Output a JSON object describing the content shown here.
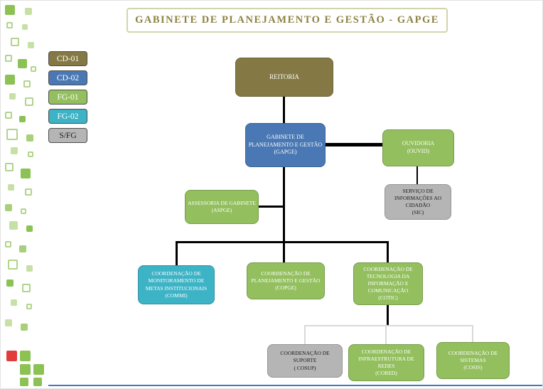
{
  "page": {
    "title": "GABINETE DE PLANEJAMENTO E GESTÃO - GAPGE"
  },
  "colors": {
    "cd01": "#847944",
    "cd02": "#4a78b4",
    "fg01": "#93bf5e",
    "fg02": "#3db3c6",
    "sfg": "#b5b5b5",
    "title_text": "#8d8143",
    "title_border": "#d2d4ac",
    "connector": "#000000",
    "connector_light": "#d9d9d9",
    "footer_rule": "#4a78b4",
    "logo_red": "#e23b3b",
    "deco_green": "#8cc153"
  },
  "legend": [
    {
      "label": "CD-01",
      "color": "#847944",
      "text_color": "#ffffff"
    },
    {
      "label": "CD-02",
      "color": "#4a78b4",
      "text_color": "#ffffff"
    },
    {
      "label": "FG-01",
      "color": "#93bf5e",
      "text_color": "#ffffff"
    },
    {
      "label": "FG-02",
      "color": "#3db3c6",
      "text_color": "#ffffff"
    },
    {
      "label": "S/FG",
      "color": "#b5b5b5",
      "text_color": "#1a1a1a"
    }
  ],
  "nodes": {
    "reitoria": {
      "name": "REITORIA",
      "acronym": "",
      "level": "CD-01",
      "color": "#847944",
      "text_color": "#ffffff"
    },
    "gapge": {
      "name": "GABINETE DE PLANEJAMENTO E GESTÃO",
      "acronym": "(GAPGE)",
      "level": "CD-02",
      "color": "#4a78b4",
      "text_color": "#ffffff"
    },
    "ouvid": {
      "name": "OUVIDORIA",
      "acronym": "(OUVID)",
      "level": "FG-01",
      "color": "#93bf5e",
      "text_color": "#ffffff"
    },
    "sic": {
      "name": "SERVIÇO DE INFORMAÇÕES AO CIDADÃO",
      "acronym": "(SIC)",
      "level": "S/FG",
      "color": "#b5b5b5",
      "text_color": "#1a1a1a"
    },
    "aspge": {
      "name": "ASSESSORIA DE GABINETE",
      "acronym": "(ASPGE)",
      "level": "FG-01",
      "color": "#93bf5e",
      "text_color": "#ffffff"
    },
    "commi": {
      "name": "COORDENAÇÃO DE MONITORAMENTO DE METAS INSTITUCIONAIS",
      "acronym": "(COMMI)",
      "level": "FG-02",
      "color": "#3db3c6",
      "text_color": "#ffffff"
    },
    "copge": {
      "name": "COORDENAÇÃO DE PLANEJAMENTO E GESTÃO",
      "acronym": "(COPGE)",
      "level": "FG-01",
      "color": "#93bf5e",
      "text_color": "#ffffff"
    },
    "cotic": {
      "name": "COORDENAÇÃO DE TECNOLOGIA DA INFORMAÇÃO E COMUNICAÇÃO",
      "acronym": "(COTIC)",
      "level": "FG-01",
      "color": "#93bf5e",
      "text_color": "#ffffff"
    },
    "cosup": {
      "name": "COORDENAÇÃO DE SUPORTE",
      "acronym": "( COSUP)",
      "level": "S/FG",
      "color": "#b5b5b5",
      "text_color": "#1a1a1a"
    },
    "cored": {
      "name": "COORDENAÇÃO DE INFRAESTRUTURA DE REDES",
      "acronym": "(CORED)",
      "level": "FG-01",
      "color": "#93bf5e",
      "text_color": "#ffffff"
    },
    "cosis": {
      "name": "COORDENAÇÃO DE SISTEMAS",
      "acronym": "(COSIS)",
      "level": "FG-01",
      "color": "#93bf5e",
      "text_color": "#ffffff"
    }
  }
}
